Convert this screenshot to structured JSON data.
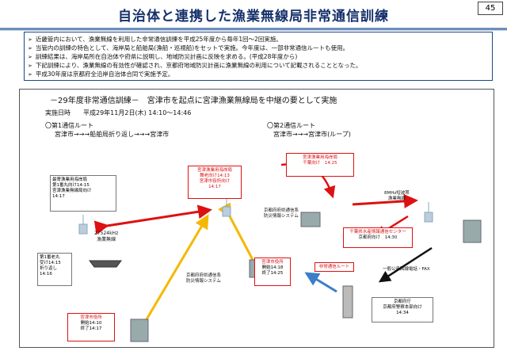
{
  "header": {
    "title": "自治体と連携した漁業無線局非常通信訓練",
    "page_number": "45"
  },
  "bullets": [
    "近畿管内において、漁業無線を利用した非常通信訓練を平成25年度から毎年1回～2回実施。",
    "当管内の訓練の特色として、海岸局と船舶局(漁船・巡視船)をセットで実施。今年度は、一部非常通信ルートも使用。",
    "訓練結果は、海岸局所在自治体や府県に説明し、地域防災計画に反映を求める。(平成28年度から)",
    "下記訓練により、漁業無線の有効性が確認され、京都府地域防災計画に漁業無線の利用について記載されることとなった。",
    "平成30年度は京都府全沿岸自治体合同で実施予定。"
  ],
  "diagram": {
    "heading": "－29年度非常通信訓練－　宮津市を起点に宮津漁業無線局を中継の要として実施",
    "datetime": "実施日時　　平成29年11月2日(木) 14:10～14:46",
    "route1": {
      "title": "〇第1通信ルート",
      "path": "宮津市→→→船舶局折り返し→→→宮津市"
    },
    "route2": {
      "title": "〇第2通信ルート",
      "path": "宮津市→→→宮津市(ループ)"
    },
    "nodes": {
      "fishing_ship": [
        "最寄漁業用海岸局",
        "第1番丸向け14:15",
        "宮津漁業無線局向け",
        "14:17"
      ],
      "khz": [
        "27524kHz",
        "漁業無線"
      ],
      "ship_card": [
        "第1番老丸",
        "受け14:15",
        "折り返し",
        "14:16"
      ],
      "miyazu_station": [
        "宮津漁業用海岸局",
        "舞老向け14:13",
        "宮津市役所向け",
        "14:17"
      ],
      "route2_station": [
        "宮津漁業用海岸局",
        "千葉向け",
        "14:25"
      ],
      "kyoto_system_left": [
        "京都府府県通信系",
        "防災情報システム"
      ],
      "kyoto_system_mid": [
        "京都府府県通信系",
        "防災情報システム"
      ],
      "mhz": [
        "8MHz短波帯",
        "漁業無線"
      ],
      "chiba": [
        "千葉県水産情報通信センター",
        "京都府向け",
        "14:30"
      ],
      "miyazu_city_right": [
        "宮津市役所",
        "開始14:18",
        "終了14:25"
      ],
      "emergency_route": "非常通信ルート",
      "public_line": "一般公衆回線電話・FAX",
      "kyoto_pref": [
        "京都府庁",
        "京都府警察本部向け",
        "14:34"
      ],
      "miyazu_city_bottom": [
        "宮津市役所",
        "開始14:10",
        "終了14:17"
      ]
    }
  },
  "colors": {
    "title": "#15306b",
    "red": "#dd1111",
    "orange": "#f5b800",
    "blue": "#3a7fc8",
    "black": "#111111"
  }
}
